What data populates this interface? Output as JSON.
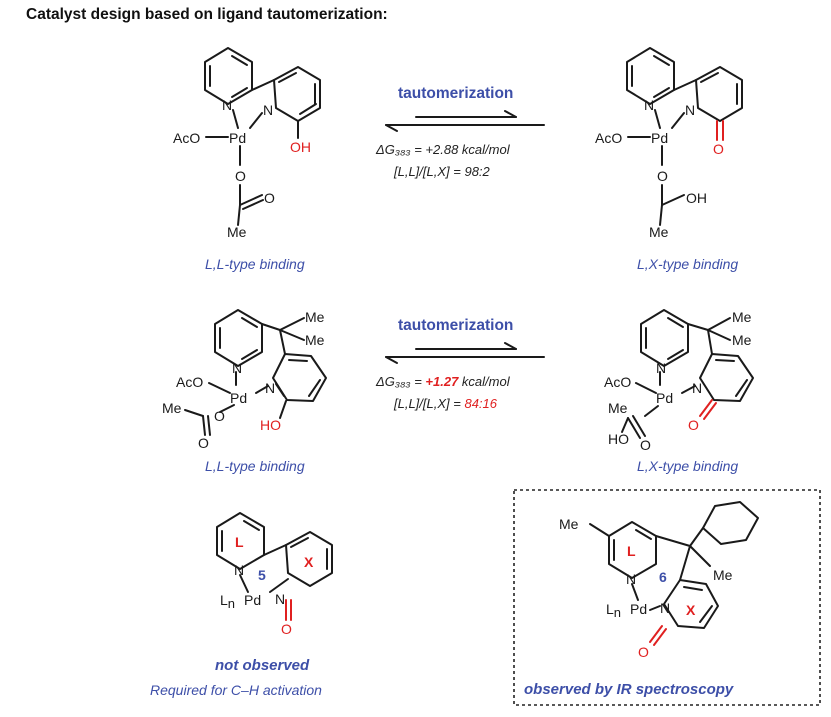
{
  "title": "Catalyst design based on ligand tautomerization:",
  "row1": {
    "arrow_label": "tautomerization",
    "delta_g": "ΔG₃₈₃ = +2.88 kcal/mol",
    "ratio": "[L,L]/[L,X] = 98:2",
    "left_caption": "L,L-type binding",
    "right_caption": "L,X-type binding"
  },
  "row2": {
    "arrow_label": "tautomerization",
    "delta_g_prefix": "ΔG₃₈₃ = ",
    "delta_g_value": "+1.27",
    "delta_g_unit": " kcal/mol",
    "ratio_prefix": "[L,L]/[L,X] = ",
    "ratio_value": "84:16",
    "left_caption": "L,L-type binding",
    "right_caption": "L,X-type binding"
  },
  "row3": {
    "left_note": "not observed",
    "left_subnote": "Required for C–H activation",
    "left_ring_size": "5",
    "right_note": "observed by IR spectroscopy",
    "right_ring_size": "6"
  },
  "atoms": {
    "N": "N",
    "Pd": "Pd",
    "O": "O",
    "OH": "OH",
    "HO": "HO",
    "AcO": "AcO",
    "Me": "Me",
    "Ln": "L",
    "Ln_sub": "n",
    "L": "L",
    "X": "X"
  },
  "colors": {
    "accent_blue": "#3d4fa8",
    "accent_red": "#e02020",
    "ink": "#1a1a1a"
  }
}
